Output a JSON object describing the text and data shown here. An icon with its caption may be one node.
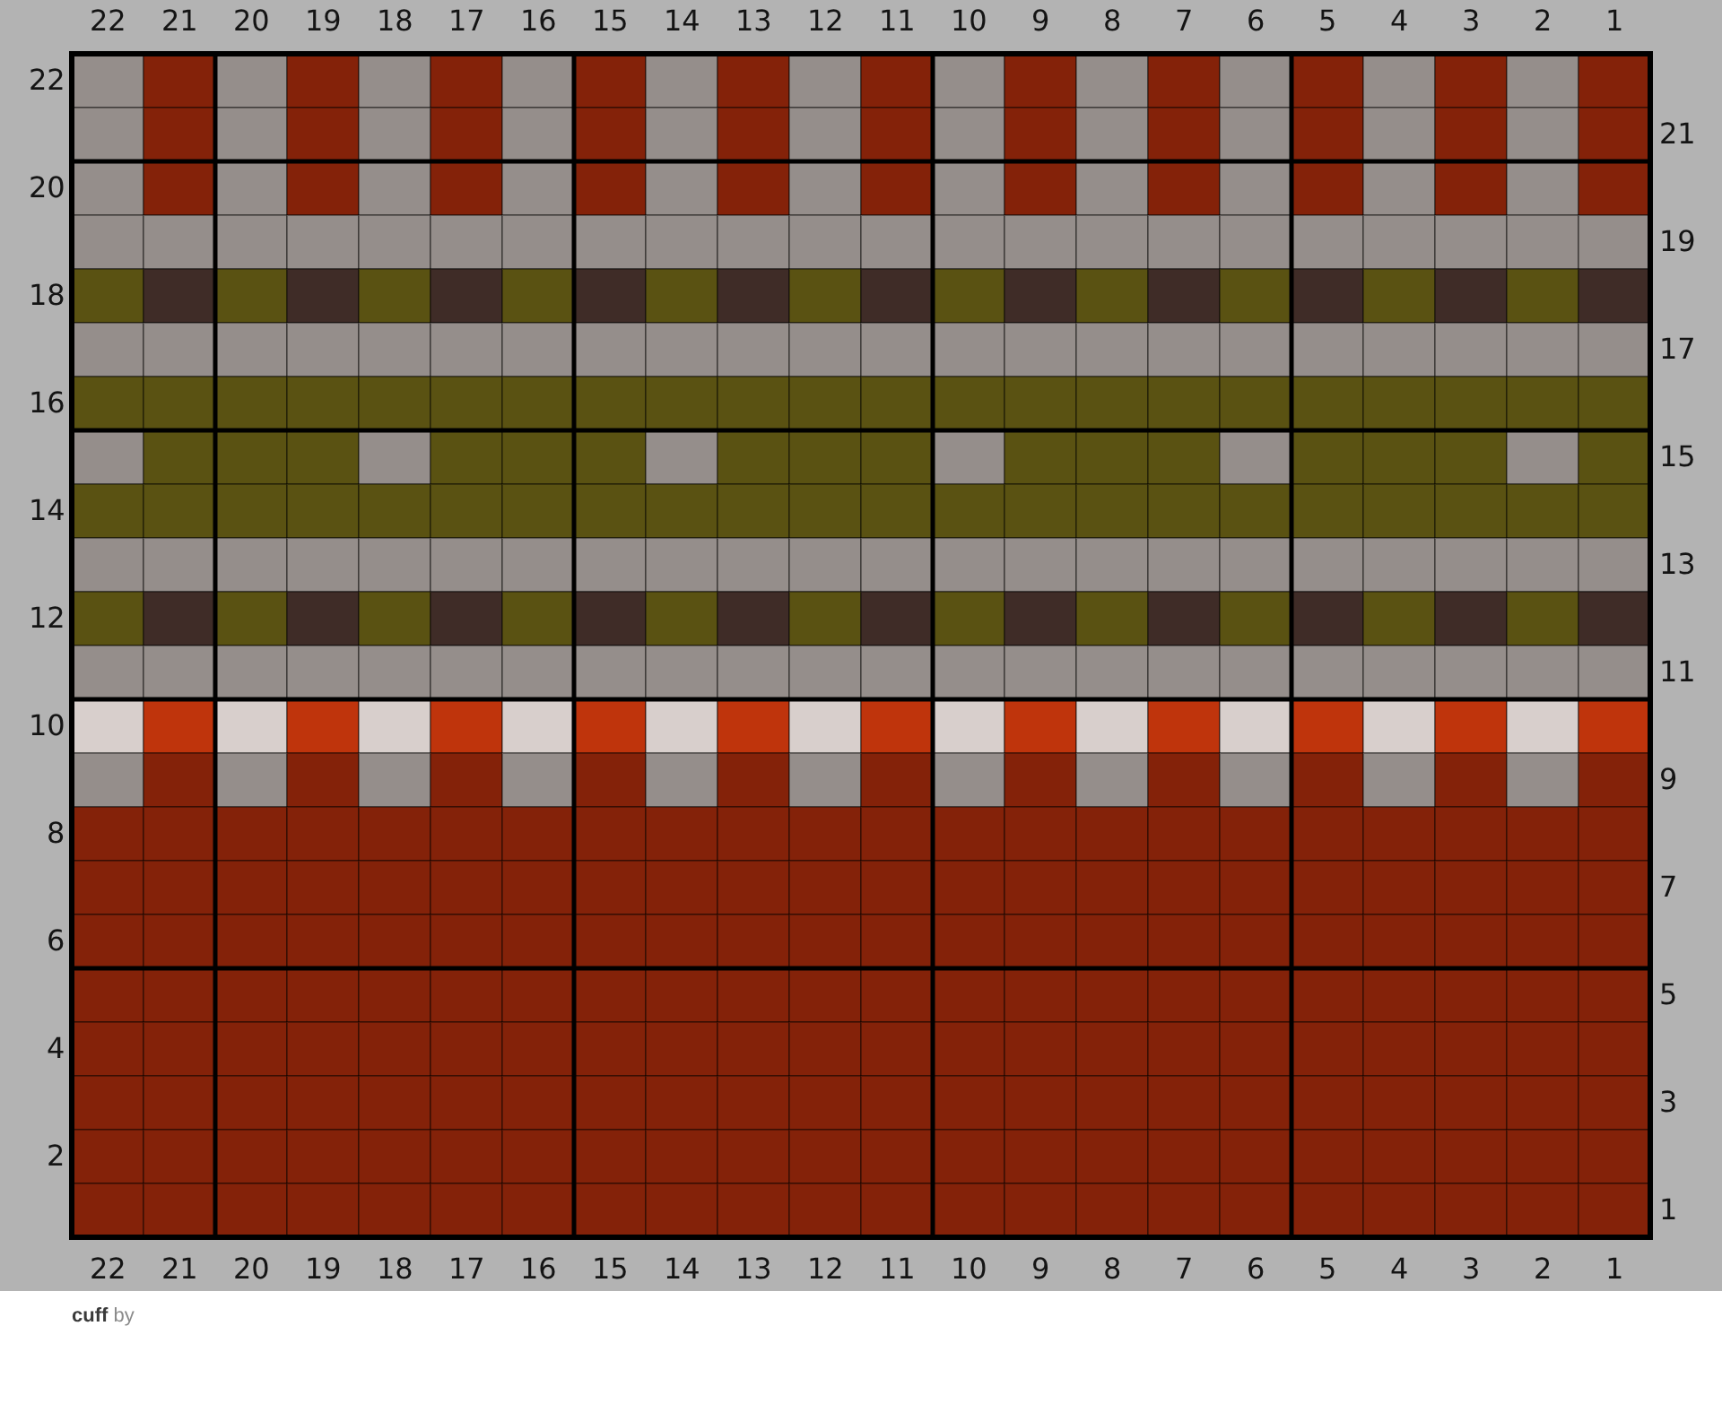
{
  "diagram": {
    "caption": "**cuff** by",
    "labels": [
      "22",
      "21",
      "20",
      "19",
      "18",
      "17",
      "16",
      "15",
      "14",
      "13",
      "12",
      "11",
      "10",
      "9",
      "8",
      "7",
      "6",
      "5",
      "4",
      "3",
      "2",
      "1",
      "22",
      "21",
      "20",
      "19",
      "18",
      "17",
      "16",
      "15",
      "14",
      "13",
      "12",
      "11",
      "10",
      "9",
      "8",
      "7",
      "6",
      "5",
      "4",
      "3",
      "2",
      "1",
      "22",
      "21",
      "20",
      "19",
      "18",
      "17",
      "16",
      "15",
      "14",
      "13",
      "12",
      "11",
      "10",
      "9",
      "8",
      "7",
      "6",
      "5",
      "4",
      "3",
      "2",
      "1"
    ]
  }
}
